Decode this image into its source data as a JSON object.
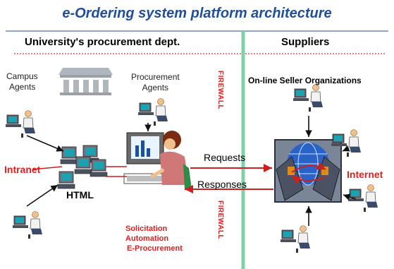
{
  "title": "e-Ordering system platform architecture",
  "left_header": "University's procurement dept.",
  "right_header": "Suppliers",
  "labels": {
    "campus_agents": [
      "Campus",
      "Agents"
    ],
    "procurement_agents": [
      "Procurement",
      "Agents"
    ],
    "online_sellers": "On-line Seller Organizations",
    "intranet": "Intranet",
    "html": "HTML",
    "internet": "Internet",
    "requests": "Requests",
    "responses": "Responses",
    "firewall": "FIREWALL",
    "solicitation": [
      "Solicitation",
      "Automation",
      "E-Procurement"
    ]
  },
  "colors": {
    "title": "#1f4e9a",
    "accent_red": "#e02020",
    "divider_green": "#7fcfa8",
    "arrow_red": "#cc1f1f"
  }
}
